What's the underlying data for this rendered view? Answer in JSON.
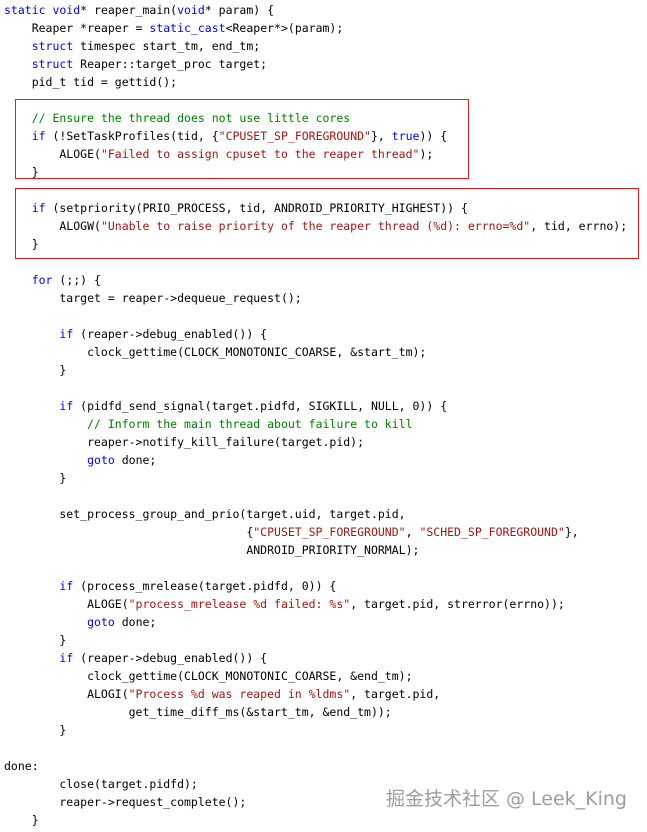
{
  "code": {
    "lines": [
      [
        {
          "t": "static void",
          "c": "kw"
        },
        {
          "t": "* reaper_main("
        },
        {
          "t": "void",
          "c": "kw"
        },
        {
          "t": "* param) {"
        }
      ],
      [
        {
          "t": "    Reaper *reaper = "
        },
        {
          "t": "static_cast",
          "c": "kw"
        },
        {
          "t": "<Reaper*>(param);"
        }
      ],
      [
        {
          "t": "    "
        },
        {
          "t": "struct",
          "c": "kw"
        },
        {
          "t": " timespec start_tm, end_tm;"
        }
      ],
      [
        {
          "t": "    "
        },
        {
          "t": "struct",
          "c": "kw"
        },
        {
          "t": " Reaper::target_proc target;"
        }
      ],
      [
        {
          "t": "    pid_t tid = gettid();"
        }
      ],
      [],
      [
        {
          "t": "    "
        },
        {
          "t": "// Ensure the thread does not use little cores",
          "c": "cmt"
        }
      ],
      [
        {
          "t": "    "
        },
        {
          "t": "if",
          "c": "kw"
        },
        {
          "t": " (!SetTaskProfiles(tid, {"
        },
        {
          "t": "\"CPUSET_SP_FOREGROUND\"",
          "c": "str"
        },
        {
          "t": "}, "
        },
        {
          "t": "true",
          "c": "kw"
        },
        {
          "t": ")) {"
        }
      ],
      [
        {
          "t": "        ALOGE("
        },
        {
          "t": "\"Failed to assign cpuset to the reaper thread\"",
          "c": "str"
        },
        {
          "t": ");"
        }
      ],
      [
        {
          "t": "    }"
        }
      ],
      [],
      [
        {
          "t": "    "
        },
        {
          "t": "if",
          "c": "kw"
        },
        {
          "t": " (setpriority(PRIO_PROCESS, tid, ANDROID_PRIORITY_HIGHEST)) {"
        }
      ],
      [
        {
          "t": "        ALOGW("
        },
        {
          "t": "\"Unable to raise priority of the reaper thread (%d): errno=%d\"",
          "c": "str"
        },
        {
          "t": ", tid, errno);"
        }
      ],
      [
        {
          "t": "    }"
        }
      ],
      [],
      [
        {
          "t": "    "
        },
        {
          "t": "for",
          "c": "kw"
        },
        {
          "t": " (;;) {"
        }
      ],
      [
        {
          "t": "        target = reaper->dequeue_request();"
        }
      ],
      [],
      [
        {
          "t": "        "
        },
        {
          "t": "if",
          "c": "kw"
        },
        {
          "t": " (reaper->debug_enabled()) {"
        }
      ],
      [
        {
          "t": "            clock_gettime(CLOCK_MONOTONIC_COARSE, &start_tm);"
        }
      ],
      [
        {
          "t": "        }"
        }
      ],
      [],
      [
        {
          "t": "        "
        },
        {
          "t": "if",
          "c": "kw"
        },
        {
          "t": " (pidfd_send_signal(target.pidfd, SIGKILL, NULL, 0)) {"
        }
      ],
      [
        {
          "t": "            "
        },
        {
          "t": "// Inform the main thread about failure to kill",
          "c": "cmt"
        }
      ],
      [
        {
          "t": "            reaper->notify_kill_failure(target.pid);"
        }
      ],
      [
        {
          "t": "            "
        },
        {
          "t": "goto",
          "c": "kw"
        },
        {
          "t": " done;"
        }
      ],
      [
        {
          "t": "        }"
        }
      ],
      [],
      [
        {
          "t": "        set_process_group_and_prio(target.uid, target.pid,"
        }
      ],
      [
        {
          "t": "                                   {"
        },
        {
          "t": "\"CPUSET_SP_FOREGROUND\"",
          "c": "str"
        },
        {
          "t": ", "
        },
        {
          "t": "\"SCHED_SP_FOREGROUND\"",
          "c": "str"
        },
        {
          "t": "},"
        }
      ],
      [
        {
          "t": "                                   ANDROID_PRIORITY_NORMAL);"
        }
      ],
      [],
      [
        {
          "t": "        "
        },
        {
          "t": "if",
          "c": "kw"
        },
        {
          "t": " (process_mrelease(target.pidfd, 0)) {"
        }
      ],
      [
        {
          "t": "            ALOGE("
        },
        {
          "t": "\"process_mrelease %d failed: %s\"",
          "c": "str"
        },
        {
          "t": ", target.pid, strerror(errno));"
        }
      ],
      [
        {
          "t": "            "
        },
        {
          "t": "goto",
          "c": "kw"
        },
        {
          "t": " done;"
        }
      ],
      [
        {
          "t": "        }"
        }
      ],
      [
        {
          "t": "        "
        },
        {
          "t": "if",
          "c": "kw"
        },
        {
          "t": " (reaper->debug_enabled()) {"
        }
      ],
      [
        {
          "t": "            clock_gettime(CLOCK_MONOTONIC_COARSE, &end_tm);"
        }
      ],
      [
        {
          "t": "            ALOGI("
        },
        {
          "t": "\"Process %d was reaped in %ldms\"",
          "c": "str"
        },
        {
          "t": ", target.pid,"
        }
      ],
      [
        {
          "t": "                  get_time_diff_ms(&start_tm, &end_tm));"
        }
      ],
      [
        {
          "t": "        }"
        }
      ],
      [],
      [
        {
          "t": "done:"
        }
      ],
      [
        {
          "t": "        close(target.pidfd);"
        }
      ],
      [
        {
          "t": "        reaper->request_complete();"
        }
      ],
      [
        {
          "t": "    }"
        }
      ]
    ]
  },
  "watermark": "掘金技术社区 @ Leek_King",
  "colors": {
    "keyword": "#0000ff",
    "string": "#a31515",
    "comment": "#008000",
    "highlight_border": "#e01b1b"
  }
}
